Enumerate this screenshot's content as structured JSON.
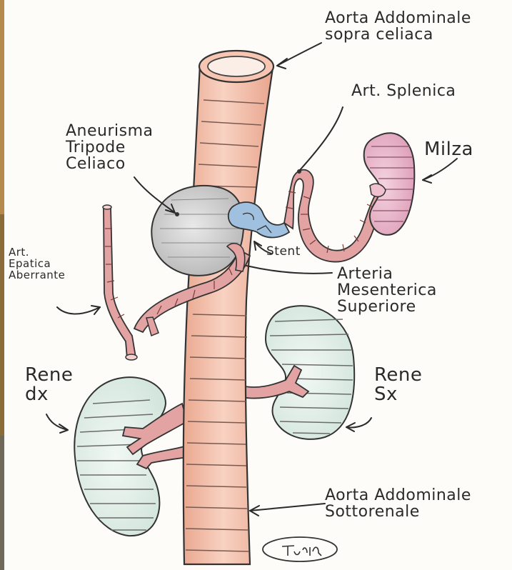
{
  "labels": {
    "aorta_sopra": [
      "Aorta Addominale",
      "sopra celiaca"
    ],
    "art_splenica": "Art. Splenica",
    "aneurisma": [
      "Aneurisma",
      "Tripode",
      "Celiaco"
    ],
    "milza": "Milza",
    "art_epatica": [
      "Art.",
      "Epatica",
      "Aberrante"
    ],
    "stent": "Stent",
    "arteria_mesenterica": [
      "Arteria",
      "Mesenterica",
      "Superiore"
    ],
    "rene_dx": [
      "Rene",
      "dx"
    ],
    "rene_sx": [
      "Rene",
      "Sx"
    ],
    "aorta_sotto": [
      "Aorta Addominale",
      "Sottorenale"
    ]
  },
  "signature": "Turini",
  "colors": {
    "aorta": "#f2b7a0",
    "aneurysm": "#c9c9c9",
    "stent": "#8fb3d6",
    "spleen": "#e7b4c8",
    "kidney": "#dfeee7",
    "artery": "#d98c8c",
    "ink": "#2a2a2a"
  }
}
